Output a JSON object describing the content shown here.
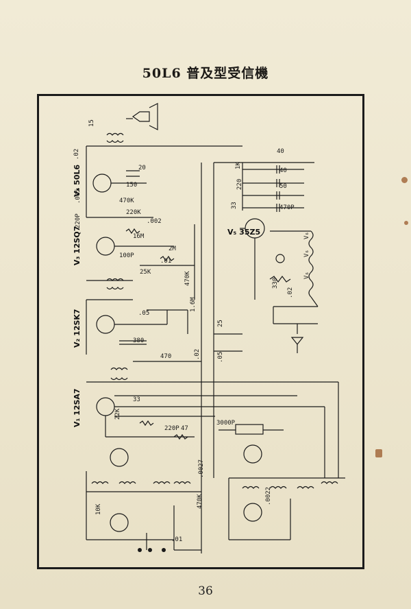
{
  "title": "50L6 普及型受信機",
  "page_number": "36",
  "tubes": [
    {
      "designation": "V₄ 50L6"
    },
    {
      "designation": "V₅ 35Z5"
    },
    {
      "designation": "V₃ 12SQ7"
    },
    {
      "designation": "V₂ 12SK7"
    },
    {
      "designation": "V₁ 12SA7"
    }
  ],
  "component_labels": [
    "15",
    ".02",
    "20",
    "150",
    "470K",
    ".005",
    "220K",
    "220P",
    ".002",
    "16M",
    "2M",
    "100P",
    ".01",
    "25K",
    "470K",
    "1.6M",
    ".05",
    "380",
    "470",
    ".02",
    "25",
    ".05",
    "33",
    "22K",
    "220P",
    "47",
    "3000P",
    ".0027",
    "470K",
    "10K",
    ".01",
    ".0022",
    "40",
    "1K",
    "40",
    "220",
    "50",
    "33",
    "470P",
    "330",
    ".02",
    "V₆",
    "V₆",
    "V₆"
  ]
}
